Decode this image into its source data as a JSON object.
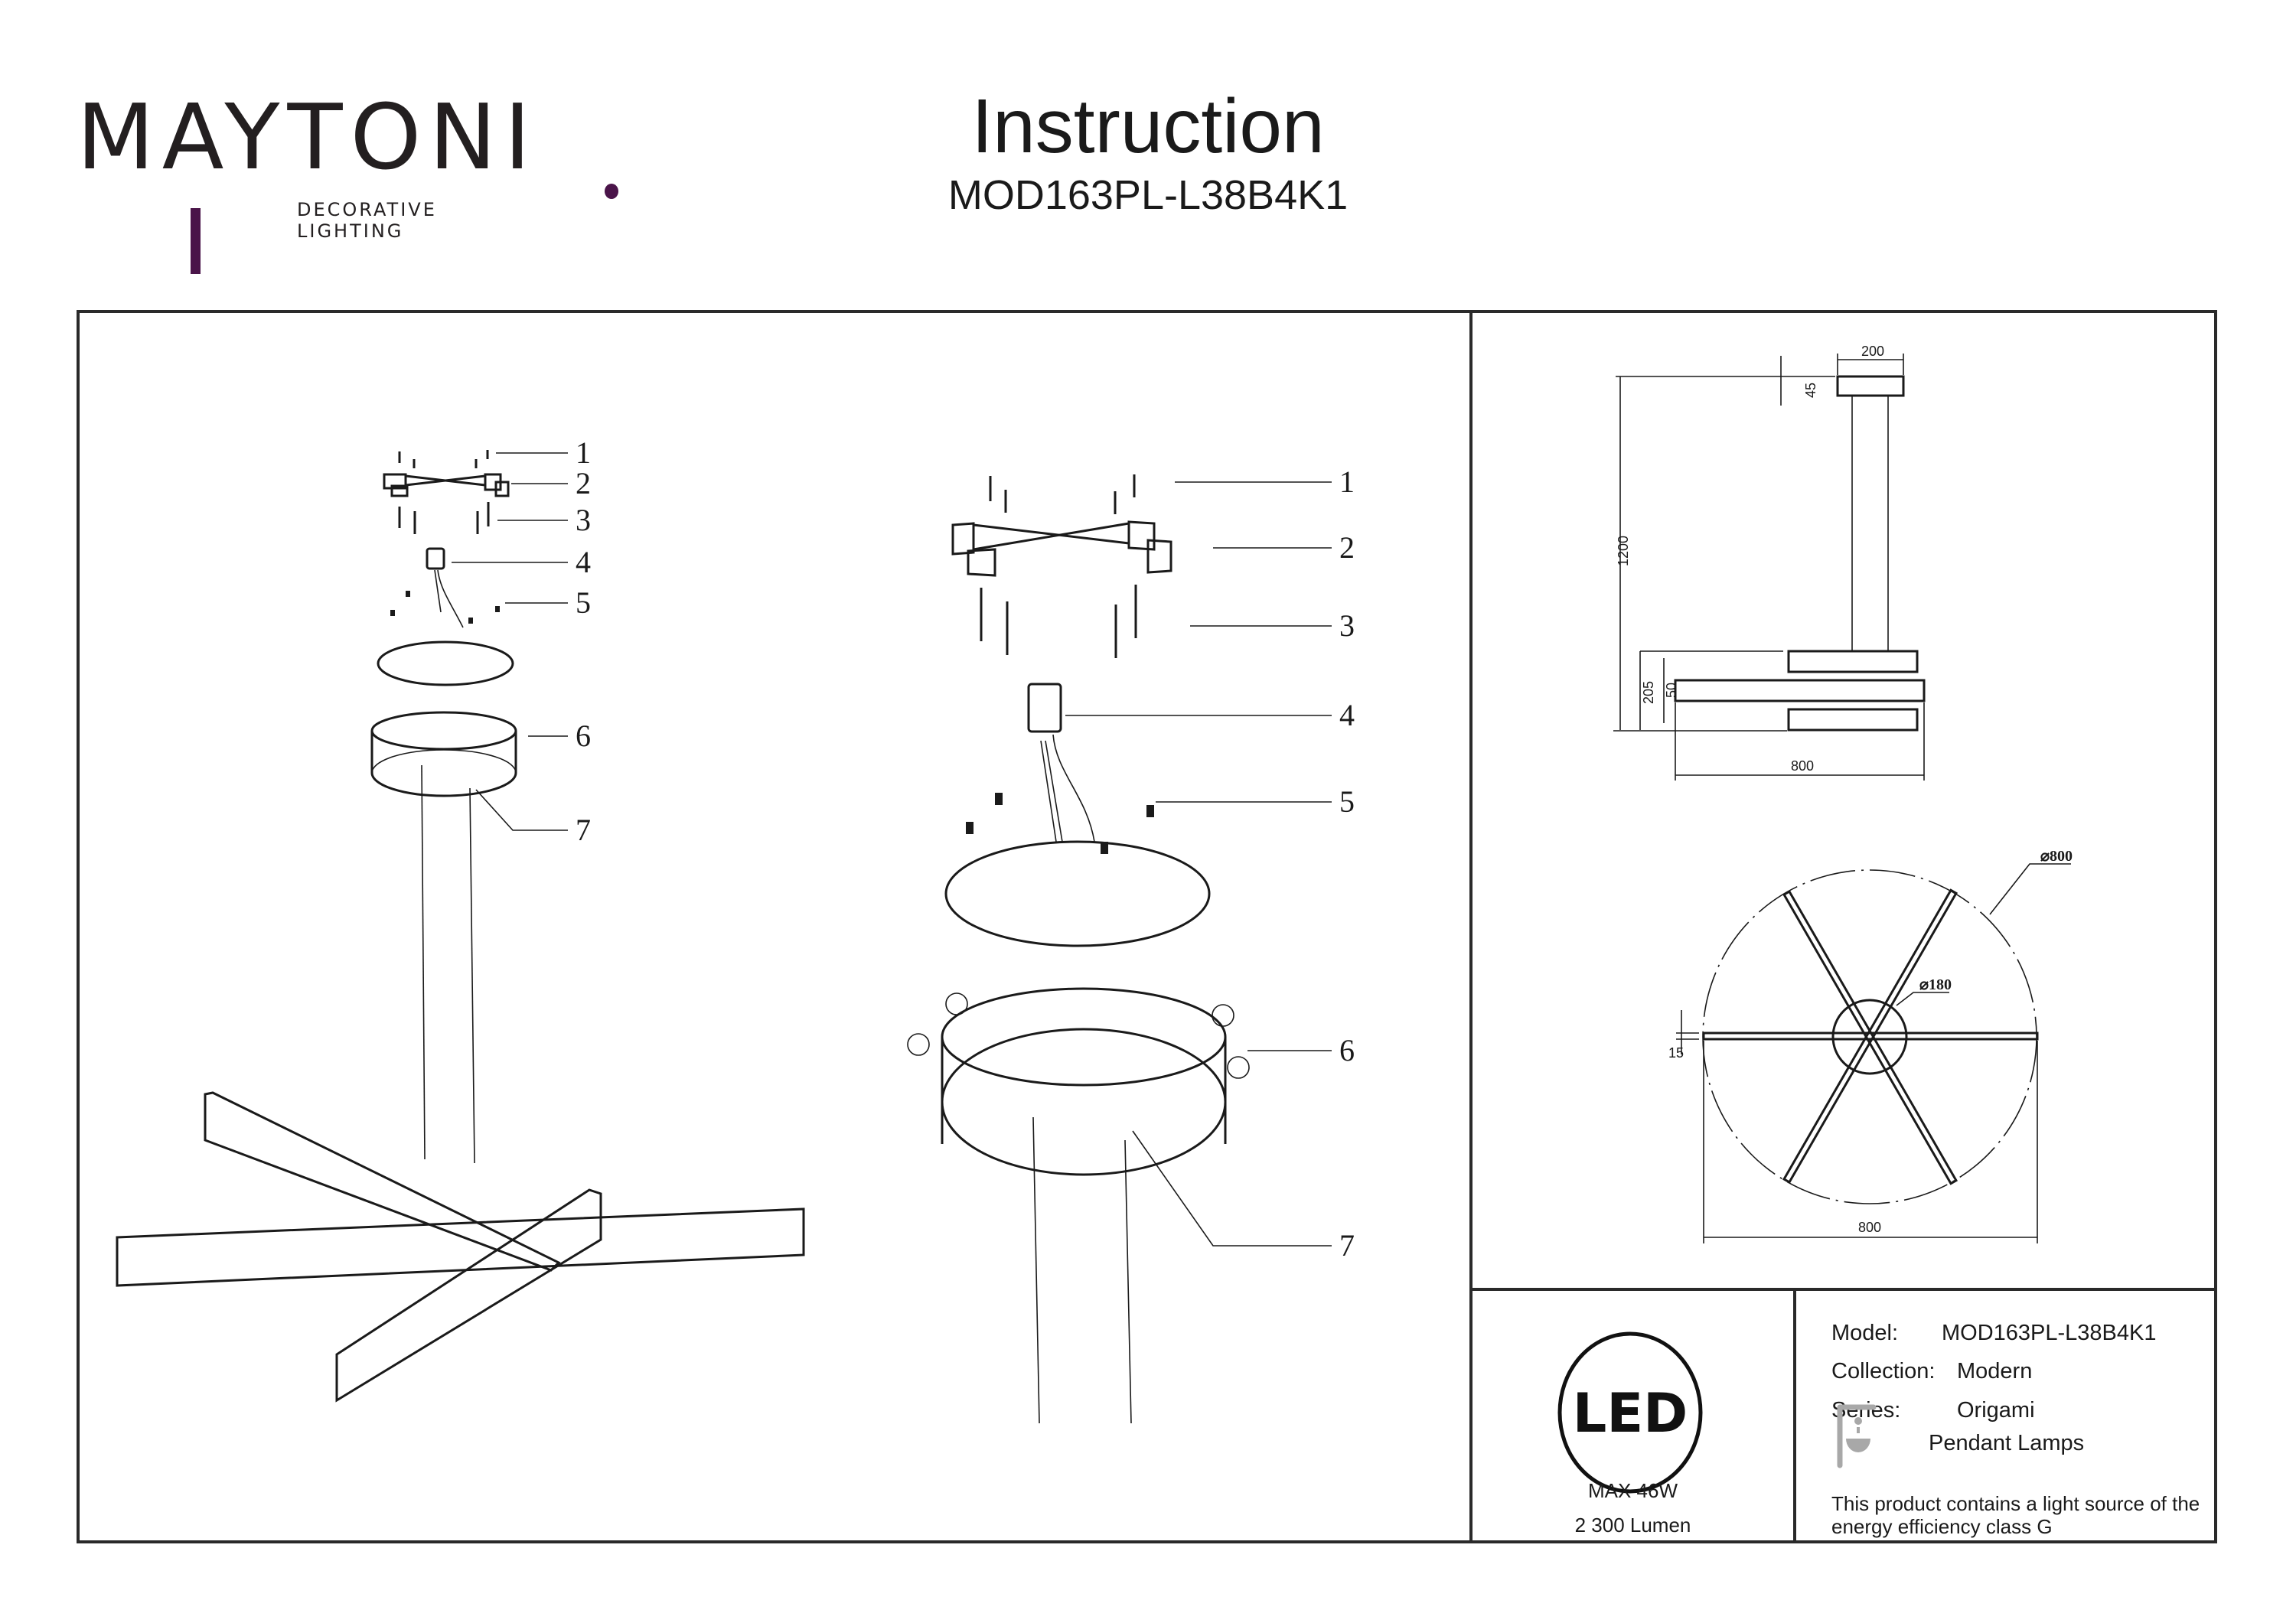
{
  "header": {
    "brand": "MAYTONI",
    "brand_tagline": "DECORATIVE LIGHTING",
    "brand_accent_color": "#4a1449",
    "title": "Instruction",
    "model_code": "MOD163PL-L38B4K1"
  },
  "assembly_small": {
    "callouts": [
      "1",
      "2",
      "3",
      "4",
      "5",
      "6",
      "7"
    ]
  },
  "assembly_large": {
    "callouts": [
      "1",
      "2",
      "3",
      "4",
      "5",
      "6",
      "7"
    ]
  },
  "dimensions_side": {
    "canopy_width": "200",
    "canopy_height": "45",
    "total_height": "1200",
    "fixture_height": "205",
    "bar_height": "50",
    "fixture_width": "800"
  },
  "dimensions_top": {
    "outer_diameter": "⌀800",
    "center_diameter": "⌀180",
    "bar_width": "15",
    "overall_width": "800"
  },
  "specs": {
    "led_label": "LED",
    "power": "MAX 46W",
    "lumen": "2 300 Lumen"
  },
  "info": {
    "model_key": "Model:",
    "model_value": "MOD163PL-L38B4K1",
    "collection_key": "Collection:",
    "collection_value": "Modern",
    "series_key": "Series:",
    "series_value": "Origami",
    "category_icon": "pendant-lamp-icon",
    "category": "Pendant Lamps",
    "notice": "This product contains a light source of the energy efficiency class G"
  }
}
